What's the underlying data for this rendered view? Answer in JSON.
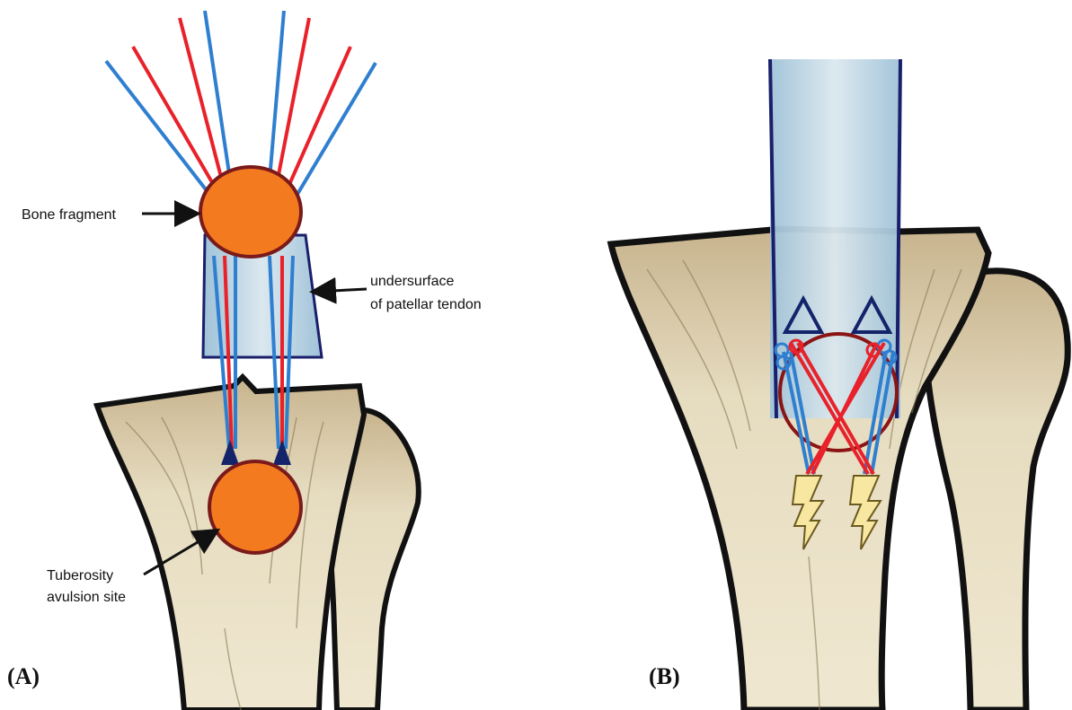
{
  "panel_a": {
    "panel_label": "(A)",
    "labels": {
      "bone_fragment": "Bone fragment",
      "tendon_line1": "undersurface",
      "tendon_line2": "of patellar tendon",
      "avulsion_line1": "Tuberosity",
      "avulsion_line2": "avulsion site"
    }
  },
  "panel_b": {
    "panel_label": "(B)"
  },
  "colors": {
    "suture_blue": "#2f7fd0",
    "suture_red": "#e8212a",
    "fragment_fill": "#f47a20",
    "fragment_outline": "#7a1a1a",
    "anchor_navy": "#13246b",
    "bone_fill": "#e8dcbf",
    "bone_outline": "#111111",
    "tendon_fill": "#b9d3e2",
    "bolt_fill": "#f7e7a0",
    "footprint_outline": "#8b1414"
  }
}
